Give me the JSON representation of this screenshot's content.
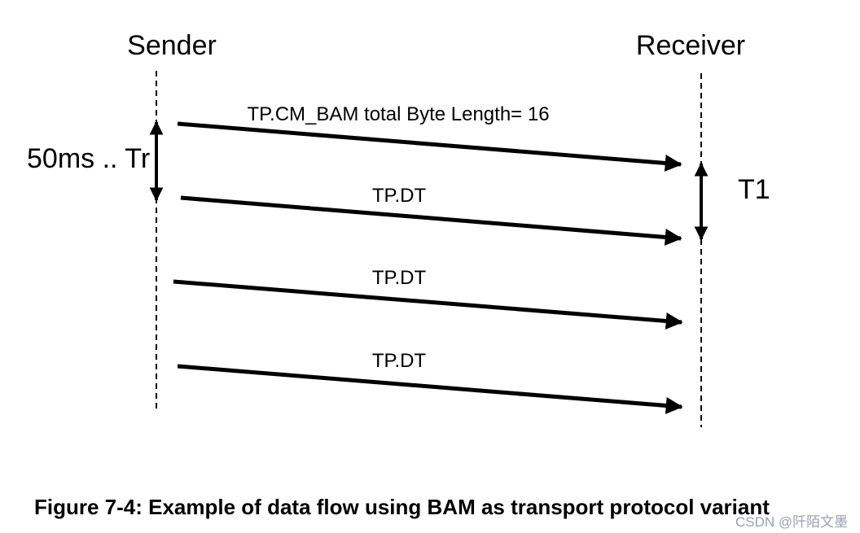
{
  "diagram": {
    "sender_label": "Sender",
    "receiver_label": "Receiver",
    "timing_left_label": "50ms .. Tr",
    "timing_right_label": "T1",
    "messages": [
      {
        "label": "TP.CM_BAM total Byte Length= 16"
      },
      {
        "label": "TP.DT"
      },
      {
        "label": "TP.DT"
      },
      {
        "label": "TP.DT"
      }
    ]
  },
  "caption": "Figure 7-4: Example of data flow using BAM as transport protocol variant",
  "watermark": "CSDN @阡陌文墨",
  "colors": {
    "line": "#000000",
    "watermark": "#9aa0ab",
    "background": "#ffffff"
  }
}
